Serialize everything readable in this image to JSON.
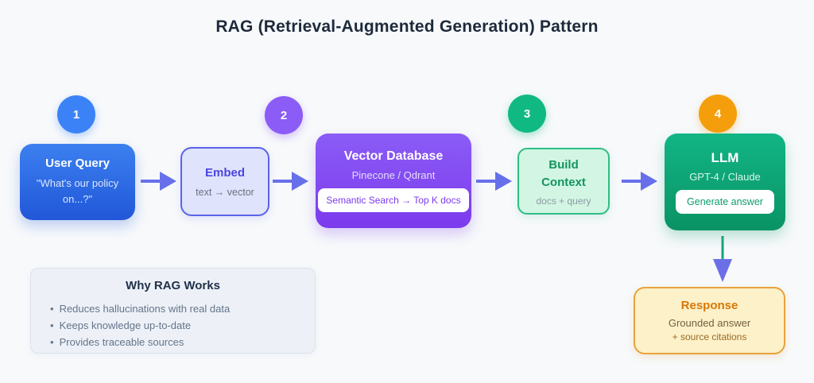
{
  "title": "RAG (Retrieval-Augmented Generation) Pattern",
  "steps": [
    {
      "number": "1",
      "color": "#3b82f6"
    },
    {
      "number": "2",
      "color": "#8b5cf6"
    },
    {
      "number": "3",
      "color": "#10b981"
    },
    {
      "number": "4",
      "color": "#f59e0b"
    }
  ],
  "nodes": {
    "user_query": {
      "title": "User Query",
      "subtitle": "\"What's our policy on...?\"",
      "gradient_top": "#3c80f0",
      "gradient_bottom": "#2157d8"
    },
    "embed": {
      "title": "Embed",
      "subtitle": "text → vector",
      "bg": "#dfe3fb",
      "border": "#5b63e8"
    },
    "vector_db": {
      "title": "Vector Database",
      "subtitle": "Pinecone / Qdrant",
      "badge": "Semantic Search → Top K docs",
      "gradient_top": "#8b5cf6",
      "gradient_bottom": "#7c3aed"
    },
    "build_context": {
      "title": "Build Context",
      "subtitle": "docs + query",
      "bg": "#d2f6e3",
      "border": "#2ebd85"
    },
    "llm": {
      "title": "LLM",
      "subtitle": "GPT-4 / Claude",
      "badge": "Generate answer",
      "gradient_top": "#12b585",
      "gradient_bottom": "#0a9365"
    },
    "response": {
      "title": "Response",
      "subtitle": "Grounded answer",
      "subtitle2": "+ source citations",
      "bg": "#fcf1c9",
      "border": "#e9a23b"
    }
  },
  "why_box": {
    "title": "Why RAG Works",
    "bullets": [
      "Reduces hallucinations with real data",
      "Keeps knowledge up-to-date",
      "Provides traceable sources"
    ]
  },
  "arrow_color": "#6770ea",
  "down_arrow": {
    "stem_color": "#16a47a",
    "head_color": "#6b6fe8"
  }
}
